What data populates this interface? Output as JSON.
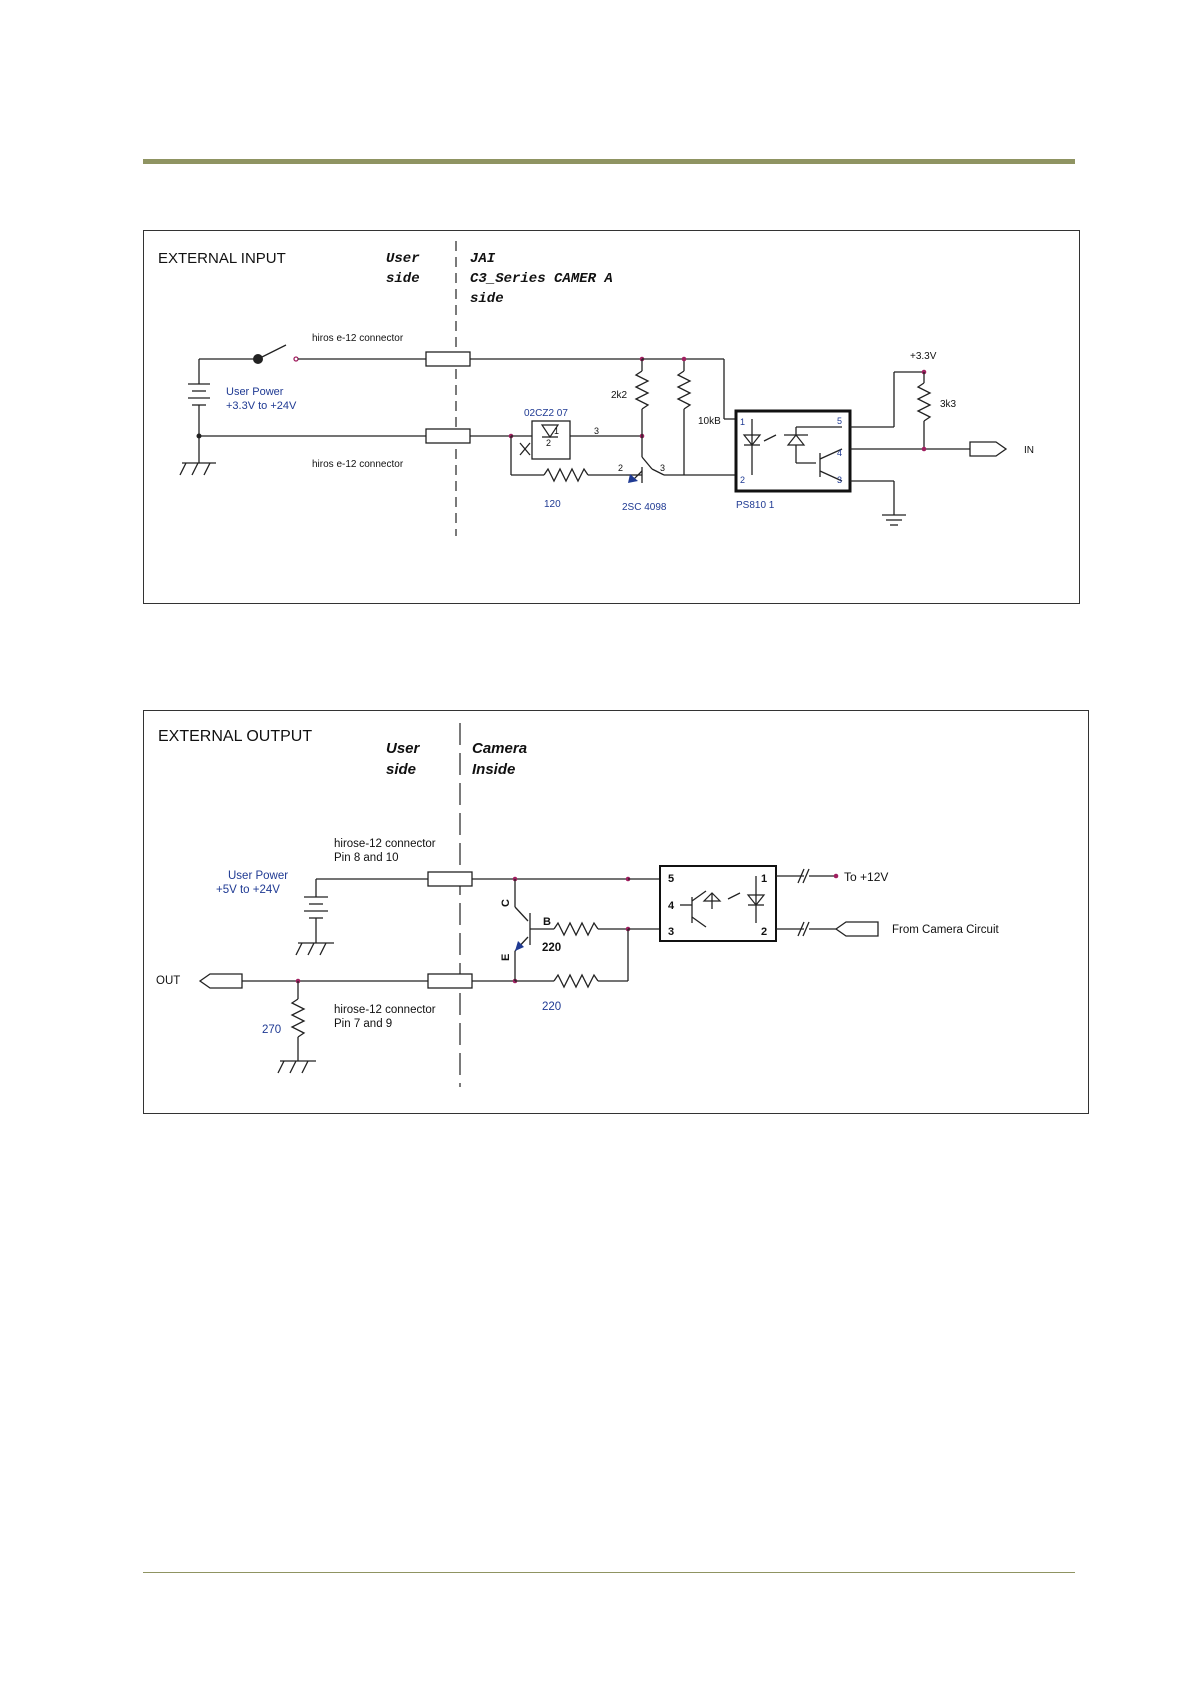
{
  "input": {
    "title": "EXTERNAL INPUT",
    "user_side": [
      "User",
      "side"
    ],
    "camera_side": [
      "JAI",
      "C3_Series CAMER A",
      "side"
    ],
    "connector_top": "hiros e-12 connector",
    "connector_bottom": "hiros e-12 connector",
    "user_power": [
      "User Power",
      "+3.3V to +24V"
    ],
    "zener": "02CZ2 07",
    "zener_pin1": "1",
    "zener_pin2": "2",
    "zener_pin3": "3",
    "r_2k2": "2k2",
    "r_10k": "10kB",
    "r_120": "120",
    "r_3k3": "3k3",
    "transistor": "2SC 4098",
    "transistor_pin2": "2",
    "transistor_pin3": "3",
    "supply": "+3.3V",
    "opto": "PS810 1",
    "opto_pins": [
      "1",
      "2",
      "5",
      "4",
      "3"
    ],
    "out_label": "IN"
  },
  "output": {
    "title": "EXTERNAL OUTPUT",
    "user_side": [
      "User",
      "side"
    ],
    "camera_side": [
      "Camera",
      "Inside"
    ],
    "connector_top": [
      "hirose-12 connector",
      "Pin 8 and 10"
    ],
    "connector_bottom": [
      "hirose-12 connector",
      "Pin 7 and 9"
    ],
    "user_power": [
      "User Power",
      "+5V to +24V"
    ],
    "out_label": "OUT",
    "r_270": "270",
    "r_220_b": "220",
    "r_220_e": "220",
    "transistor_c": "C",
    "transistor_b": "B",
    "transistor_e": "E",
    "opto_pins": [
      "5",
      "4",
      "3",
      "1",
      "2"
    ],
    "to_12v": "To +12V",
    "from_camera": "From Camera Circuit"
  }
}
